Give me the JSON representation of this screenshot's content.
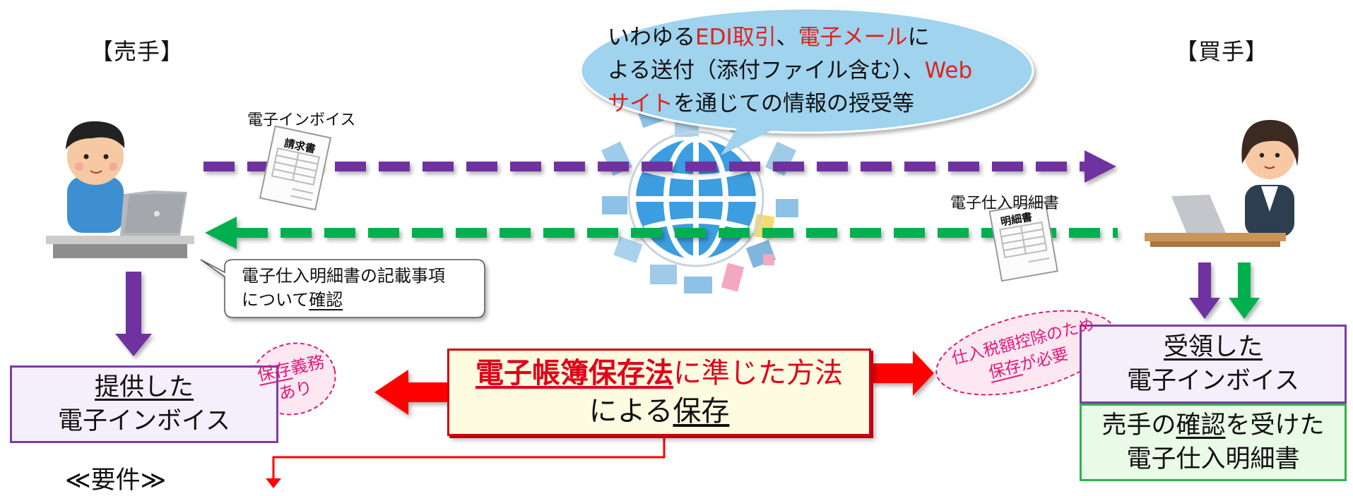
{
  "seller_label": "【売手】",
  "buyer_label": "【買手】",
  "bubble": {
    "line1_a": "いわゆる",
    "line1_b": "EDI取引",
    "line1_c": "、",
    "line1_d": "電子メール",
    "line1_e": "に",
    "line2_a": "よる送付（添付ファイル含む）、",
    "line2_b": "Web",
    "line3_a": "サイト",
    "line3_b": "を通じての情報の授受等"
  },
  "invoice_doc_label": "電子インボイス",
  "invoice_paper_title": "請求書",
  "statement_doc_label": "電子仕入明細書",
  "statement_paper_title": "明細書",
  "confirm_callout": {
    "line1": "電子仕入明細書の記載事項",
    "line2_a": "について",
    "line2_b": "確認"
  },
  "provided_box": {
    "line1": "提供した",
    "line2": "電子インボイス"
  },
  "received_box": {
    "line1": "受領した",
    "line2": "電子インボイス"
  },
  "statement_box": {
    "line1_a": "売手の",
    "line1_b": "確認",
    "line1_c": "を受けた",
    "line2": "電子仕入明細書"
  },
  "center_box": {
    "line1_a": "電子帳簿保存法",
    "line1_b": "に準じた方法",
    "line2_a": "による",
    "line2_b": "保存"
  },
  "storage_duty": {
    "line1_a": "保存",
    "line1_b": "義務",
    "line2": "あり"
  },
  "tax_credit": {
    "line1": "仕入税額控除のため",
    "line2_a": "保存",
    "line2_b": "が必要"
  },
  "requirements_label": "≪要件≫",
  "colors": {
    "purple": "#7030a0",
    "green": "#00b050",
    "red": "#ff0000",
    "pink": "#e0197a",
    "bubble": "#9fd3ee"
  },
  "icons": [
    "seller-person-icon",
    "buyer-person-icon",
    "globe-icon",
    "invoice-paper-icon",
    "statement-paper-icon"
  ]
}
